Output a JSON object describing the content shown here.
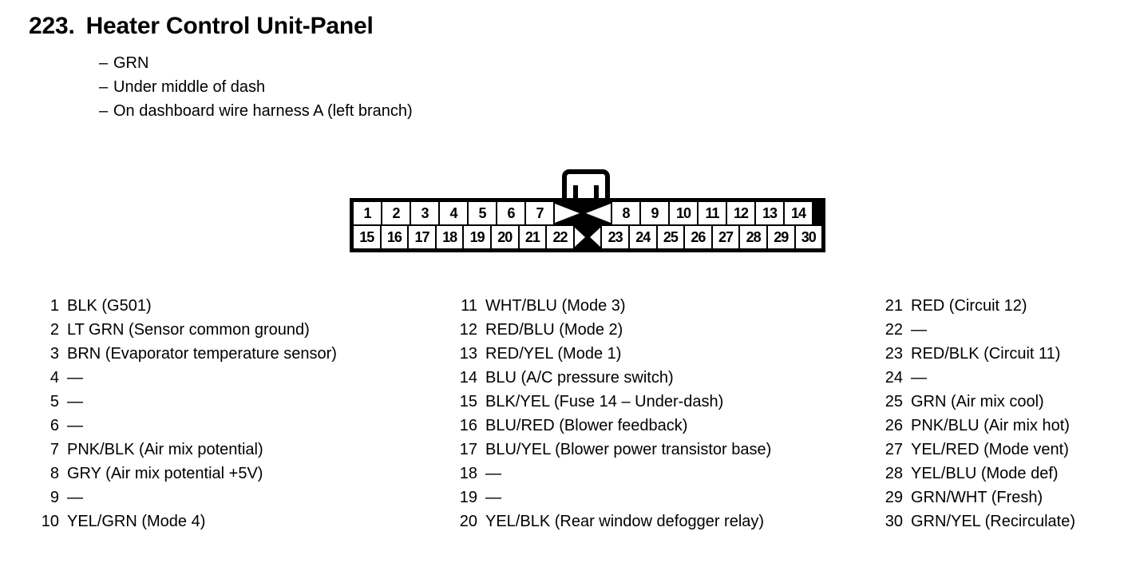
{
  "header": {
    "number": "223.",
    "title": "Heater Control Unit-Panel",
    "bullet_mark": "–",
    "bullets": [
      "GRN",
      "Under middle of dash",
      "On dashboard wire harness A (left branch)"
    ]
  },
  "connector": {
    "latch_name": "locking-tab",
    "blank_marker": "X",
    "top_row": [
      {
        "type": "pin",
        "label": "1"
      },
      {
        "type": "pin",
        "label": "2"
      },
      {
        "type": "pin",
        "label": "3"
      },
      {
        "type": "pin",
        "label": "4"
      },
      {
        "type": "pin",
        "label": "5"
      },
      {
        "type": "pin",
        "label": "6"
      },
      {
        "type": "pin",
        "label": "7"
      },
      {
        "type": "blank",
        "span": 2
      },
      {
        "type": "pin",
        "label": "8"
      },
      {
        "type": "pin",
        "label": "9"
      },
      {
        "type": "pin",
        "label": "10"
      },
      {
        "type": "pin",
        "label": "11"
      },
      {
        "type": "pin",
        "label": "12"
      },
      {
        "type": "pin",
        "label": "13"
      },
      {
        "type": "pin",
        "label": "14"
      }
    ],
    "bottom_row": [
      {
        "type": "pin",
        "label": "15"
      },
      {
        "type": "pin",
        "label": "16"
      },
      {
        "type": "pin",
        "label": "17"
      },
      {
        "type": "pin",
        "label": "18"
      },
      {
        "type": "pin",
        "label": "19"
      },
      {
        "type": "pin",
        "label": "20"
      },
      {
        "type": "pin",
        "label": "21"
      },
      {
        "type": "pin",
        "label": "22"
      },
      {
        "type": "blank",
        "span": 1
      },
      {
        "type": "pin",
        "label": "23"
      },
      {
        "type": "pin",
        "label": "24"
      },
      {
        "type": "pin",
        "label": "25"
      },
      {
        "type": "pin",
        "label": "26"
      },
      {
        "type": "pin",
        "label": "27"
      },
      {
        "type": "pin",
        "label": "28"
      },
      {
        "type": "pin",
        "label": "29"
      },
      {
        "type": "pin",
        "label": "30"
      }
    ]
  },
  "legend": {
    "empty_marker": "—",
    "column1": [
      {
        "num": "1",
        "label": "BLK (G501)"
      },
      {
        "num": "2",
        "label": "LT GRN (Sensor common ground)"
      },
      {
        "num": "3",
        "label": "BRN (Evaporator temperature sensor)"
      },
      {
        "num": "4",
        "label": "—"
      },
      {
        "num": "5",
        "label": "—"
      },
      {
        "num": "6",
        "label": "—"
      },
      {
        "num": "7",
        "label": "PNK/BLK (Air mix potential)"
      },
      {
        "num": "8",
        "label": "GRY (Air mix potential +5V)"
      },
      {
        "num": "9",
        "label": "—"
      },
      {
        "num": "10",
        "label": "YEL/GRN (Mode 4)"
      }
    ],
    "column2": [
      {
        "num": "11",
        "label": "WHT/BLU (Mode 3)"
      },
      {
        "num": "12",
        "label": "RED/BLU (Mode 2)"
      },
      {
        "num": "13",
        "label": "RED/YEL (Mode 1)"
      },
      {
        "num": "14",
        "label": "BLU (A/C pressure switch)"
      },
      {
        "num": "15",
        "label": "BLK/YEL (Fuse 14 – Under-dash)"
      },
      {
        "num": "16",
        "label": "BLU/RED (Blower feedback)"
      },
      {
        "num": "17",
        "label": "BLU/YEL (Blower power transistor base)"
      },
      {
        "num": "18",
        "label": "—"
      },
      {
        "num": "19",
        "label": "—"
      },
      {
        "num": "20",
        "label": "YEL/BLK (Rear window defogger relay)"
      }
    ],
    "column3": [
      {
        "num": "21",
        "label": "RED (Circuit 12)"
      },
      {
        "num": "22",
        "label": "—"
      },
      {
        "num": "23",
        "label": "RED/BLK (Circuit 11)"
      },
      {
        "num": "24",
        "label": "—"
      },
      {
        "num": "25",
        "label": "GRN (Air mix cool)"
      },
      {
        "num": "26",
        "label": "PNK/BLU (Air mix hot)"
      },
      {
        "num": "27",
        "label": "YEL/RED (Mode vent)"
      },
      {
        "num": "28",
        "label": "YEL/BLU (Mode def)"
      },
      {
        "num": "29",
        "label": "GRN/WHT (Fresh)"
      },
      {
        "num": "30",
        "label": "GRN/YEL (Recirculate)"
      }
    ]
  },
  "colors": {
    "ink": "#000000",
    "paper": "#ffffff"
  }
}
